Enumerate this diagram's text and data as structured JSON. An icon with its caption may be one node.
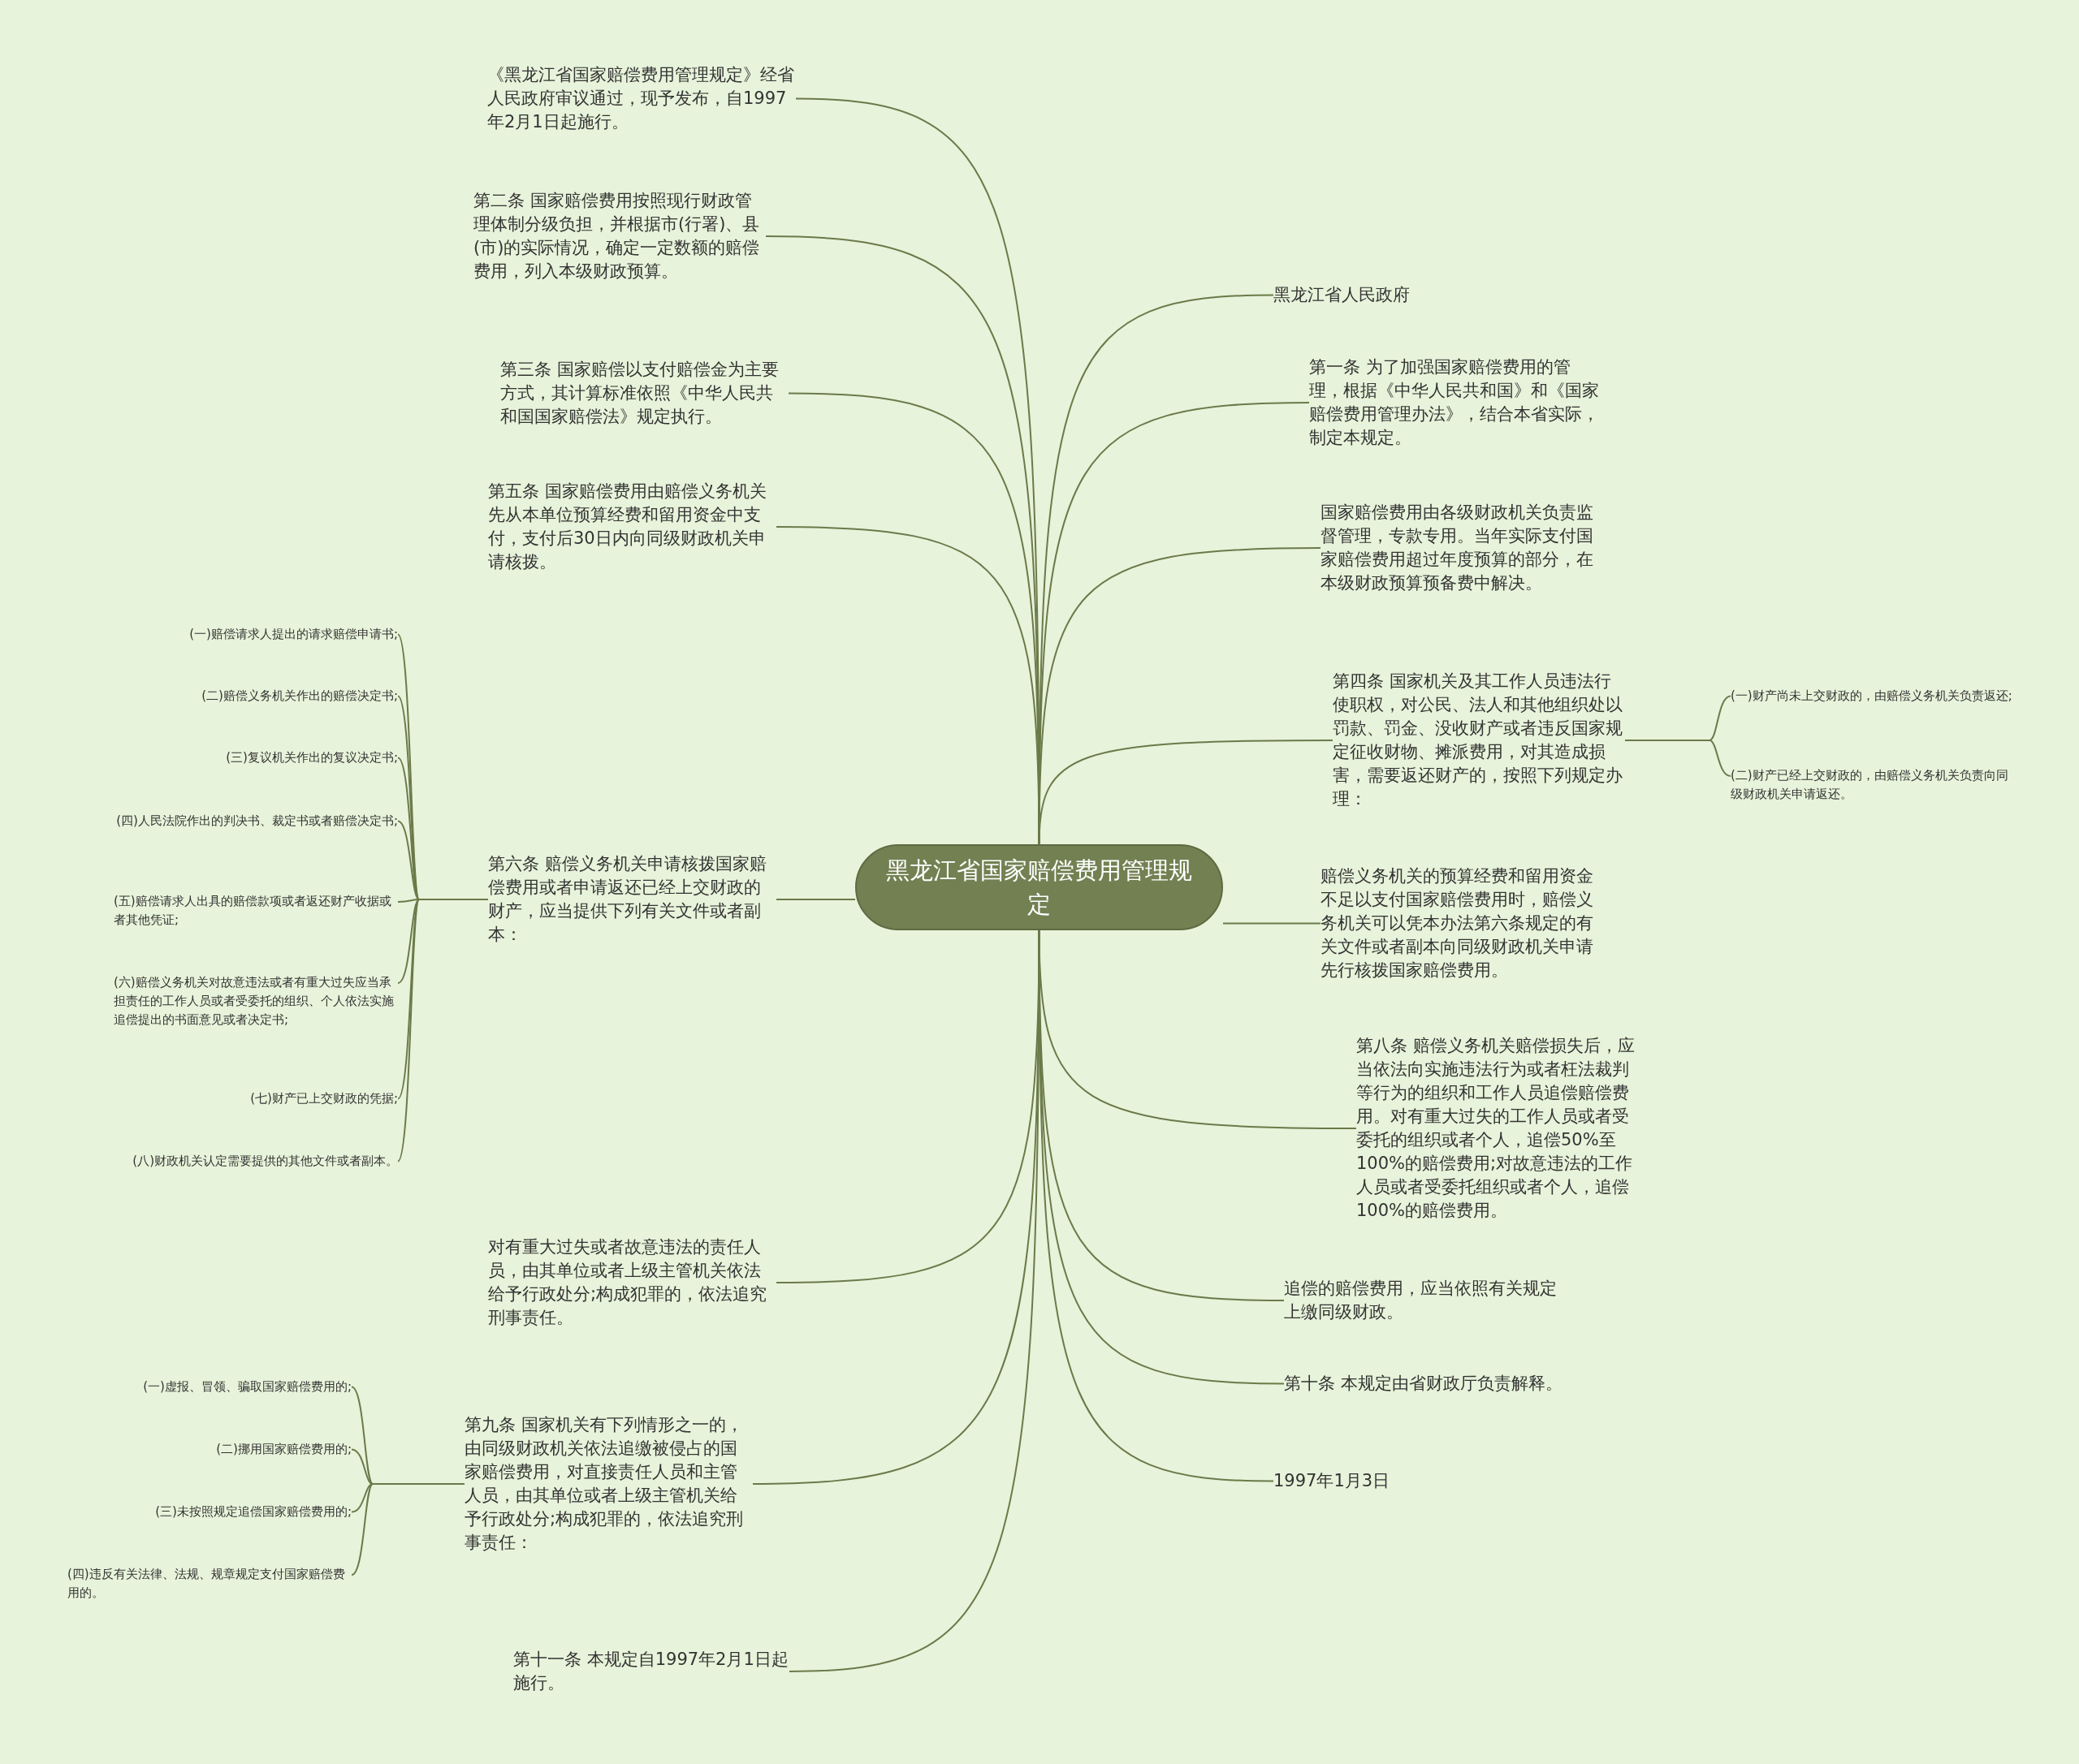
{
  "diagram": {
    "nodes": [
      {
        "text": [
          "黑龙江省国家赔偿费用管理规定"
        ]
      },
      {
        "text": [
          "《黑龙江省国家赔偿费用管理规定》经省人民政府审议通过，现予发布，自1997年2月1日起施行。"
        ]
      },
      {
        "text": [
          "第二条 国家赔偿费用按照现行财政管理体制分级负担，并根据市(行署)、县(市)的实际情况，确定一定数额的赔偿费用，列入本级财政预算。"
        ]
      },
      {
        "text": [
          "第三条 国家赔偿以支付赔偿金为主要方式，其计算标准依照《中华人民共和国国家赔偿法》规定执行。"
        ]
      },
      {
        "text": [
          "第五条 国家赔偿费用由赔偿义务机关先从本单位预算经费和留用资金中支付，支付后30日内向同级财政机关申请核拨。"
        ]
      },
      {
        "text": [
          "第六条 赔偿义务机关申请核拨国家赔偿费用或者申请返还已经上交财政的财产，应当提供下列有关文件或者副本："
        ]
      },
      {
        "text": [
          "(一)赔偿请求人提出的请求赔偿申请书;"
        ]
      },
      {
        "text": [
          "(二)赔偿义务机关作出的赔偿决定书;"
        ]
      },
      {
        "text": [
          "(三)复议机关作出的复议决定书;"
        ]
      },
      {
        "text": [
          "(四)人民法院作出的判决书、裁定书或者赔偿决定书;"
        ]
      },
      {
        "text": [
          "(五)赔偿请求人出具的赔偿款项或者返还财产收据或者其他凭证;"
        ]
      },
      {
        "text": [
          "(六)赔偿义务机关对故意违法或者有重大过失应当承担责任的工作人员或者受委托的组织、个人依法实施追偿提出的书面意见或者决定书;"
        ]
      },
      {
        "text": [
          "(七)财产已上交财政的凭据;"
        ]
      },
      {
        "text": [
          "(八)财政机关认定需要提供的其他文件或者副本。"
        ]
      },
      {
        "text": [
          "对有重大过失或者故意违法的责任人员，由其单位或者上级主管机关依法给予行政处分;构成犯罪的，依法追究刑事责任。"
        ]
      },
      {
        "text": [
          "第九条 国家机关有下列情形之一的，由同级财政机关依法追缴被侵占的国家赔偿费用，对直接责任人员和主管人员，由其单位或者上级主管机关给予行政处分;构成犯罪的，依法追究刑事责任："
        ]
      },
      {
        "text": [
          "(一)虚报、冒领、骗取国家赔偿费用的;"
        ]
      },
      {
        "text": [
          "(二)挪用国家赔偿费用的;"
        ]
      },
      {
        "text": [
          "(三)未按照规定追偿国家赔偿费用的;"
        ]
      },
      {
        "text": [
          "(四)违反有关法律、法规、规章规定支付国家赔偿费用的。"
        ]
      },
      {
        "text": [
          "第十一条 本规定自1997年2月1日起施行。"
        ]
      },
      {
        "text": [
          "黑龙江省人民政府"
        ]
      },
      {
        "text": [
          "第一条 为了加强国家赔偿费用的管理，根据《中华人民共和国》和《国家赔偿费用管理办法》，结合本省实际，制定本规定。"
        ]
      },
      {
        "text": [
          "国家赔偿费用由各级财政机关负责监督管理，专款专用。当年实际支付国家赔偿费用超过年度预算的部分，在本级财政预算预备费中解决。"
        ]
      },
      {
        "text": [
          "第四条 国家机关及其工作人员违法行使职权，对公民、法人和其他组织处以罚款、罚金、没收财产或者违反国家规定征收财物、摊派费用，对其造成损害，需要返还财产的，按照下列规定办理："
        ]
      },
      {
        "text": [
          "(一)财产尚未上交财政的，由赔偿义务机关负责返还;"
        ]
      },
      {
        "text": [
          "(二)财产已经上交财政的，由赔偿义务机关负责向同级财政机关申请返还。"
        ]
      },
      {
        "text": [
          "赔偿义务机关的预算经费和留用资金不足以支付国家赔偿费用时，赔偿义务机关可以凭本办法第六条规定的有关文件或者副本向同级财政机关申请先行核拨国家赔偿费用。"
        ]
      },
      {
        "text": [
          "第八条 赔偿义务机关赔偿损失后，应当依法向实施违法行为或者枉法裁判等行为的组织和工作人员追偿赔偿费用。对有重大过失的工作人员或者受委托的组织或者个人，追偿50%至100%的赔偿费用;对故意违法的工作人员或者受委托组织或者个人，追偿100%的赔偿费用。"
        ]
      },
      {
        "text": [
          "追偿的赔偿费用，应当依照有关规定上缴同级财政。"
        ]
      },
      {
        "text": [
          "第十条 本规定由省财政厅负责解释。"
        ]
      },
      {
        "text": [
          "1997年1月3日"
        ]
      }
    ],
    "edges": [
      {
        "from": 0,
        "to": 1,
        "arrow": "none"
      },
      {
        "from": 0,
        "to": 2,
        "arrow": "none"
      },
      {
        "from": 0,
        "to": 3,
        "arrow": "none"
      },
      {
        "from": 0,
        "to": 4,
        "arrow": "none"
      },
      {
        "from": 0,
        "to": 5,
        "arrow": "none"
      },
      {
        "from": 5,
        "to": 6,
        "arrow": "none"
      },
      {
        "from": 5,
        "to": 7,
        "arrow": "none"
      },
      {
        "from": 5,
        "to": 8,
        "arrow": "none"
      },
      {
        "from": 5,
        "to": 9,
        "arrow": "none"
      },
      {
        "from": 5,
        "to": 10,
        "arrow": "none"
      },
      {
        "from": 5,
        "to": 11,
        "arrow": "none"
      },
      {
        "from": 5,
        "to": 12,
        "arrow": "none"
      },
      {
        "from": 5,
        "to": 13,
        "arrow": "none"
      },
      {
        "from": 0,
        "to": 14,
        "arrow": "none"
      },
      {
        "from": 0,
        "to": 15,
        "arrow": "none"
      },
      {
        "from": 15,
        "to": 16,
        "arrow": "none"
      },
      {
        "from": 15,
        "to": 17,
        "arrow": "none"
      },
      {
        "from": 15,
        "to": 18,
        "arrow": "none"
      },
      {
        "from": 15,
        "to": 19,
        "arrow": "none"
      },
      {
        "from": 0,
        "to": 20,
        "arrow": "none"
      },
      {
        "from": 0,
        "to": 21,
        "arrow": "none"
      },
      {
        "from": 0,
        "to": 22,
        "arrow": "none"
      },
      {
        "from": 0,
        "to": 23,
        "arrow": "none"
      },
      {
        "from": 0,
        "to": 24,
        "arrow": "none"
      },
      {
        "from": 24,
        "to": 25,
        "arrow": "none"
      },
      {
        "from": 24,
        "to": 26,
        "arrow": "none"
      },
      {
        "from": 0,
        "to": 27,
        "arrow": "none"
      },
      {
        "from": 0,
        "to": 28,
        "arrow": "none"
      },
      {
        "from": 0,
        "to": 29,
        "arrow": "none"
      },
      {
        "from": 0,
        "to": 30,
        "arrow": "none"
      },
      {
        "from": 0,
        "to": 31,
        "arrow": "none"
      }
    ]
  }
}
